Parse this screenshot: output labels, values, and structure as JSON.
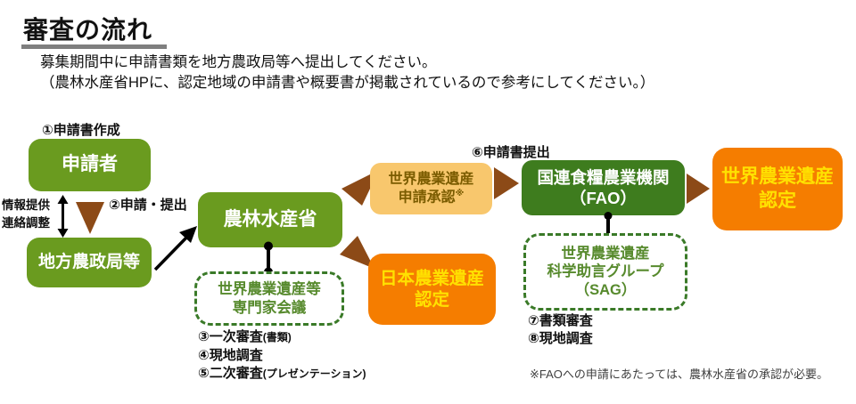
{
  "header": {
    "title": "審査の流れ",
    "intro_line1": "募集期間中に申請書類を地方農政局等へ提出してください。",
    "intro_line2": "（農林水産省HPに、認定地域の申請書や概要書が掲載されているので参考にしてください。）"
  },
  "flow": {
    "step1_label": "①申請書作成",
    "applicant": "申請者",
    "info_line1": "情報提供",
    "info_line2": "連絡調整",
    "step2_label": "②申請・提出",
    "regional_bureau": "地方農政局等",
    "maff": "農林水産省",
    "expert_panel_line1": "世界農業遺産等",
    "expert_panel_line2": "専門家会議",
    "step3_main": "③一次審査",
    "step3_sub": "(書類)",
    "step4": "④現地調査",
    "step5_main": "⑤二次審査",
    "step5_sub": "(プレゼンテーション)",
    "giahs_approval_line1": "世界農業遺産",
    "giahs_approval_line2": "申請承認",
    "giahs_approval_ref": "※",
    "japan_cert_line1": "日本農業遺産",
    "japan_cert_line2": "認定",
    "step6_label": "⑥申請書提出",
    "fao_line1": "国連食糧農業機関",
    "fao_line2": "（FAO）",
    "sag_line1": "世界農業遺産",
    "sag_line2": "科学助言グループ",
    "sag_line3": "（SAG）",
    "step7": "⑦書類審査",
    "step8": "⑧現地調査",
    "giahs_cert_line1": "世界農業遺産",
    "giahs_cert_line2": "認定"
  },
  "footnote": "※FAOへの申請にあたっては、農林水産省の承認が必要。",
  "colors": {
    "green": "#6a9b1f",
    "dark_green": "#3e7c1e",
    "tan": "#f8c76d",
    "tan_text": "#7b5c00",
    "orange": "#f57d00",
    "orange_text": "#ffe100",
    "brown_arrow": "#8c4a17",
    "dashed_green": "#3a7a28",
    "dashed_text": "#578a2d",
    "underline_gray": "#7f7f7f"
  }
}
